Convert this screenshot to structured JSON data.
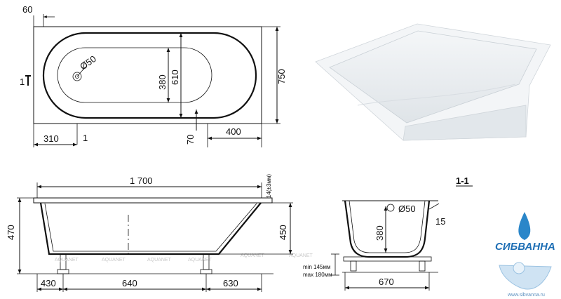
{
  "top_view": {
    "dim_wall": "60",
    "dim_drain": "Ø50",
    "dim_inner_height": "380",
    "dim_outer_inner_height": "610",
    "dim_total_height": "750",
    "dim_left": "310",
    "dim_left_mark": "1",
    "dim_bottom_gap": "70",
    "dim_right": "400",
    "section_mark": "1"
  },
  "side_view": {
    "dim_length": "1 700",
    "dim_rim": "14(±3мм)",
    "dim_total_height": "470",
    "dim_inner_depth": "450",
    "dim_leg_left": "430",
    "dim_leg_span": "640",
    "dim_leg_right": "630",
    "leg_min": "min 145мм",
    "leg_max": "max 180мм",
    "watermark": "AQUANET"
  },
  "section_view": {
    "title": "1-1",
    "dim_drain": "Ø50",
    "dim_depth": "380",
    "dim_rim": "15",
    "dim_width": "670"
  },
  "logo": {
    "text": "СИБВАННА",
    "url": "www.sibvanna.ru"
  },
  "colors": {
    "line": "#111111",
    "brand_blue": "#1f6fb5",
    "tub_shade": "#e8ecef"
  }
}
